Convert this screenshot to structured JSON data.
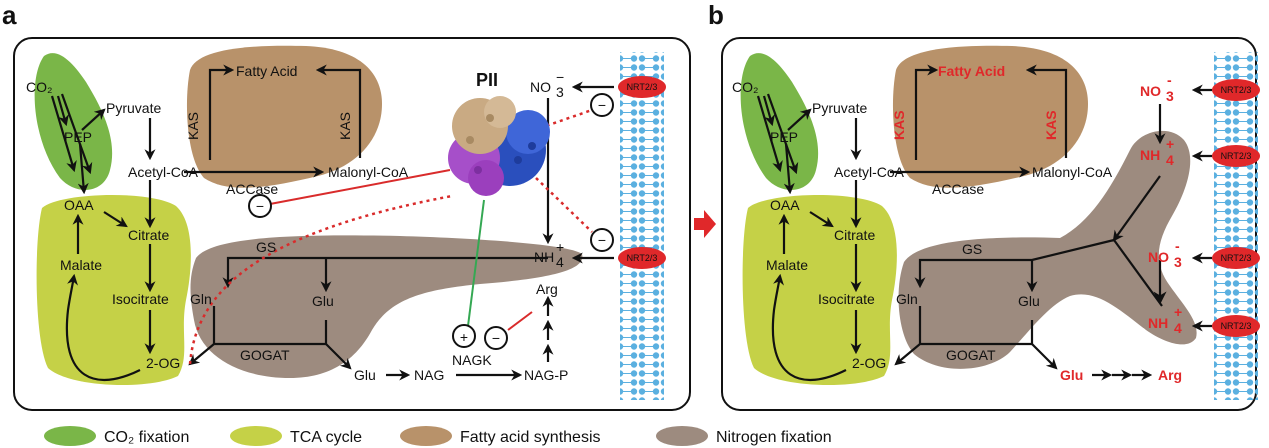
{
  "panel_a": {
    "label": "a",
    "metabolites": {
      "co2": "CO₂",
      "pep": "PEP",
      "pyruvate": "Pyruvate",
      "acetyl_coa": "Acetyl-CoA",
      "malonyl_coa": "Malonyl-CoA",
      "fatty_acid": "Fatty Acid",
      "oaa": "OAA",
      "citrate": "Citrate",
      "malate": "Malate",
      "isocitrate": "Isocitrate",
      "two_og": "2-OG",
      "gln": "Gln",
      "glu_mid": "Glu",
      "glu_bottom": "Glu",
      "nag": "NAG",
      "nag_p": "NAG-P",
      "arg": "Arg",
      "no3": "NO",
      "nh4": "NH"
    },
    "enzymes": {
      "kas_left": "KAS",
      "kas_right": "KAS",
      "accase": "ACCase",
      "gs": "GS",
      "gogat": "GOGAT",
      "nagk": "NAGK"
    },
    "protein": "PII",
    "transporters": [
      "NRT2/3",
      "NRT2/3"
    ],
    "regulators": {
      "minus": "−",
      "plus": "+"
    }
  },
  "panel_b": {
    "label": "b",
    "metabolites": {
      "co2": "CO₂",
      "pep": "PEP",
      "pyruvate": "Pyruvate",
      "acetyl_coa": "Acetyl-CoA",
      "malonyl_coa": "Malonyl-CoA",
      "fatty_acid": "Fatty Acid",
      "oaa": "OAA",
      "citrate": "Citrate",
      "malate": "Malate",
      "isocitrate": "Isocitrate",
      "two_og": "2-OG",
      "gln": "Gln",
      "glu_mid": "Glu",
      "glu_bottom": "Glu",
      "arg": "Arg",
      "no3_top": "NO",
      "nh4_top": "NH",
      "no3_bottom": "NO",
      "nh4_bottom": "NH"
    },
    "enzymes": {
      "kas_left": "KAS",
      "kas_right": "KAS",
      "accase": "ACCase",
      "gs": "GS",
      "gogat": "GOGAT"
    },
    "transporters": [
      "NRT2/3",
      "NRT2/3",
      "NRT2/3",
      "NRT2/3"
    ]
  },
  "chem": {
    "sub3": "3",
    "sub4": "4",
    "sup_minus": "−",
    "sup_plus": "+",
    "sup_minus_b": "-",
    "sup_plus_b": "+"
  },
  "legend": [
    {
      "label": "CO₂ fixation",
      "color": "#7ab648"
    },
    {
      "label": "TCA cycle",
      "color": "#c5d147"
    },
    {
      "label": "Fatty acid synthesis",
      "color": "#b8926a"
    },
    {
      "label": "Nitrogen fixation",
      "color": "#9d8b7f"
    }
  ],
  "colors": {
    "co2_fixation": "#7ab648",
    "tca": "#c5d147",
    "fatty_acid": "#b8926a",
    "nitrogen": "#9d8b7f",
    "nrt": "#e0282a",
    "membrane": "#5bb0e0",
    "inhibit_line": "#d92b2b",
    "activate_line": "#35a853",
    "transition_arrow": "#e0282a"
  }
}
